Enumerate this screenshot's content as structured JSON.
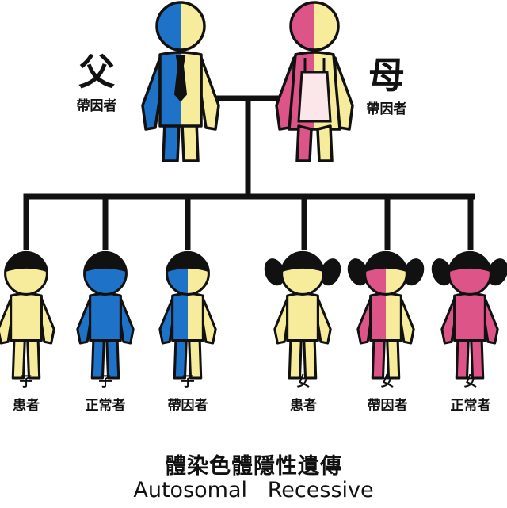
{
  "parents": {
    "father": {
      "role": "父",
      "status": "帶因者",
      "pattern": "carrier"
    },
    "mother": {
      "role": "母",
      "status": "帶因者",
      "pattern": "carrier"
    }
  },
  "children": [
    {
      "sex": "子",
      "status": "患者",
      "pattern": "affected",
      "gender": "male"
    },
    {
      "sex": "子",
      "status": "正常者",
      "pattern": "normal",
      "gender": "male"
    },
    {
      "sex": "子",
      "status": "帶因者",
      "pattern": "carrier",
      "gender": "male"
    },
    {
      "sex": "女",
      "status": "患者",
      "pattern": "affected",
      "gender": "female"
    },
    {
      "sex": "女",
      "status": "帶因者",
      "pattern": "carrier",
      "gender": "female"
    },
    {
      "sex": "女",
      "status": "正常者",
      "pattern": "normal",
      "gender": "female"
    }
  ],
  "title": {
    "chinese": "體染色體隱性遺傳",
    "english": "Autosomal   Recessive"
  },
  "colors": {
    "male_normal": "#1e73c8",
    "female_normal": "#dd5588",
    "affected": "#f7ec9c",
    "line": "#111111",
    "hair": "#111111"
  }
}
